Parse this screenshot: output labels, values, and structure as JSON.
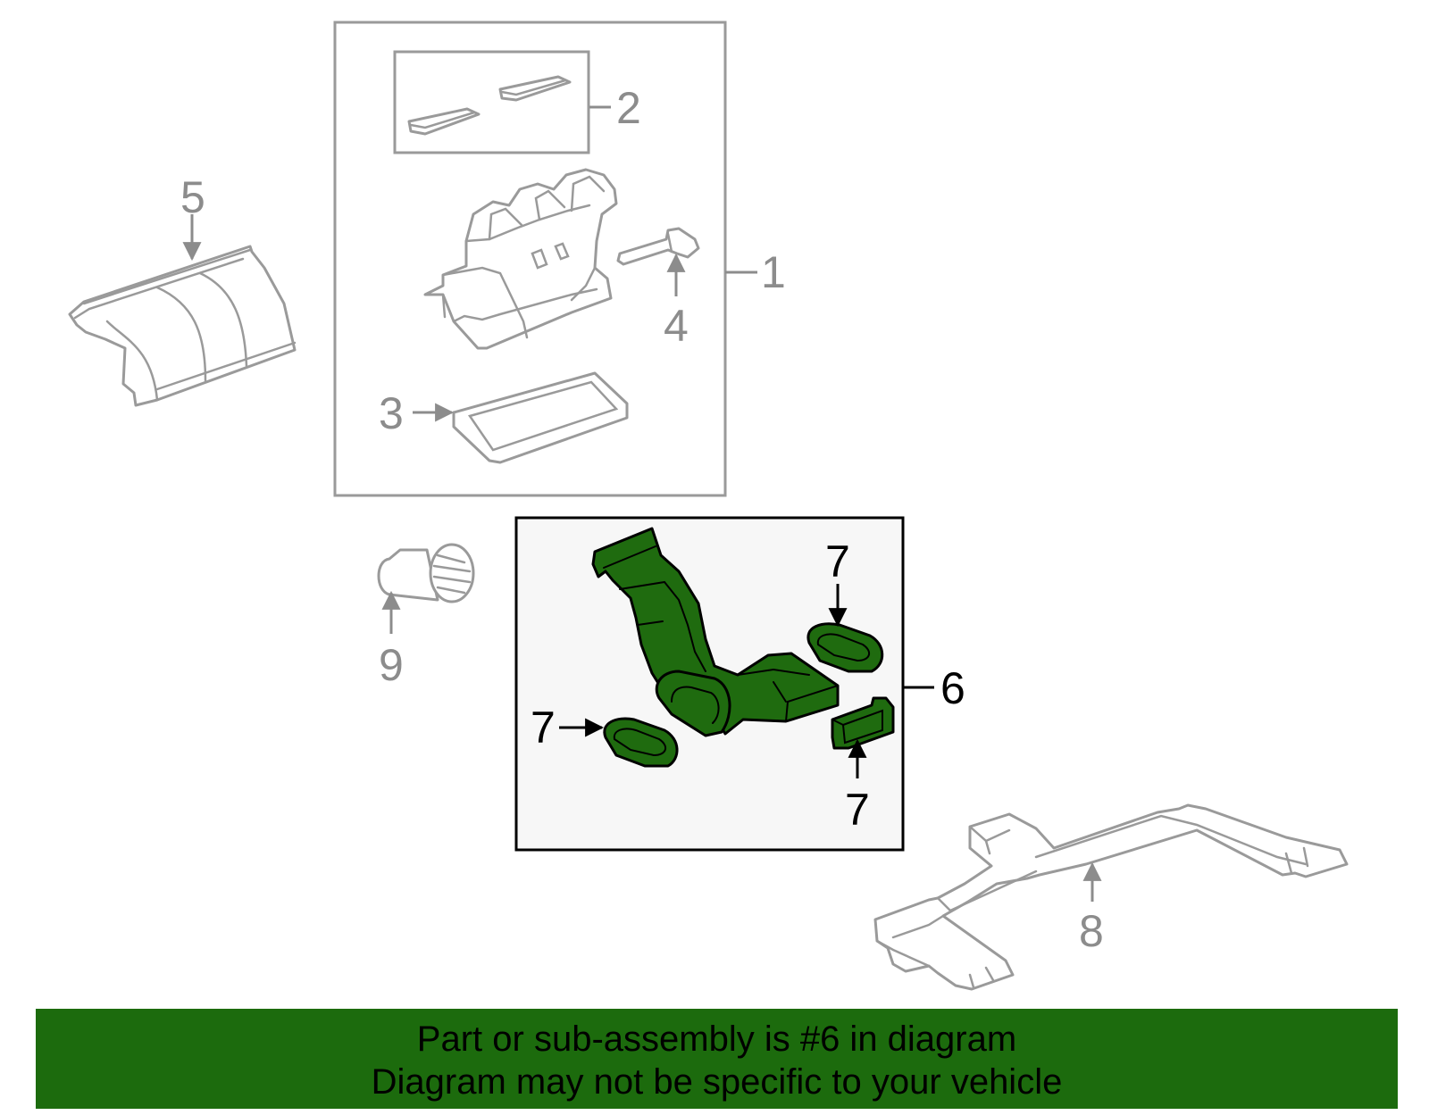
{
  "callouts": {
    "c1": "1",
    "c2": "2",
    "c3": "3",
    "c4": "4",
    "c5": "5",
    "c6": "6",
    "c7a": "7",
    "c7b": "7",
    "c7c": "7",
    "c8": "8",
    "c9": "9"
  },
  "banner": {
    "line1": "Part or sub-assembly is #6 in diagram",
    "line2": "Diagram may not be specific to your vehicle"
  },
  "colors": {
    "highlight_green": "#1f6b0f",
    "banner_green": "#1c6b0d",
    "outline_gray": "#9a9a9a"
  }
}
